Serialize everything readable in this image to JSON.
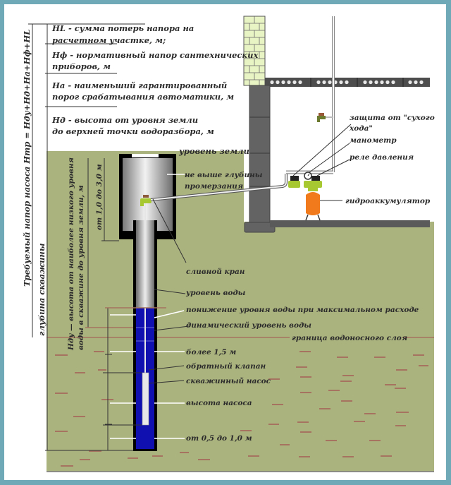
{
  "colors": {
    "border": "#6fa9b7",
    "ground": "#aab27e",
    "water": "#1010b0",
    "brick": "#e9f4c5",
    "concrete": "#5a5a5a",
    "accumulator": "#f07a1c",
    "fitting": "#a8c832",
    "strata_line": "#a5735f"
  },
  "head_components": [
    {
      "id": "hl",
      "lines": [
        "HL - сумма потерь напора на",
        "расчетном участке, м;"
      ]
    },
    {
      "id": "hf",
      "lines": [
        "Нф - нормативный напор сантехнических",
        "приборов, м"
      ]
    },
    {
      "id": "ha",
      "lines": [
        "На - наименьший гарантированный",
        "порог срабатывания автоматики, м"
      ]
    },
    {
      "id": "hd",
      "lines": [
        "Нд - высота от уровня земли",
        "до верхней точки водоразбора, м"
      ]
    }
  ],
  "vertical_labels": {
    "total_head": "Требуемый напор насоса Нтр = Ндy+Нд+На+Нф+HL",
    "well_depth": "глубина скважины",
    "hdu_line1": "Ндy — высота от наиболее низкого уровня",
    "hdu_line2": "воды в скважине до уровня земли, м",
    "caisson_depth": "от 1,0 до 3,0 м"
  },
  "labels": {
    "ground_level": "уровень земли",
    "freeze_line1": "не выше глубины",
    "freeze_line2": "промерзания",
    "drain_valve": "сливной кран",
    "water_level": "уровень воды",
    "drawdown": "понижение уровня воды при максимальном расходе",
    "dynamic_level": "динамический уровень воды",
    "aquifer_boundary": "граница водоносного слоя",
    "over_1_5": "более 1,5 м",
    "check_valve": "обратный клапан",
    "well_pump": "скважинный насос",
    "pump_height": "высота насоса",
    "bottom_gap": "от 0,5 до 1,0 м",
    "dry_run_line1": "защита от \"сухого",
    "dry_run_line2": "хода\"",
    "manometer": "манометр",
    "pressure_switch": "реле давления",
    "accumulator": "гидроаккумулятор"
  }
}
